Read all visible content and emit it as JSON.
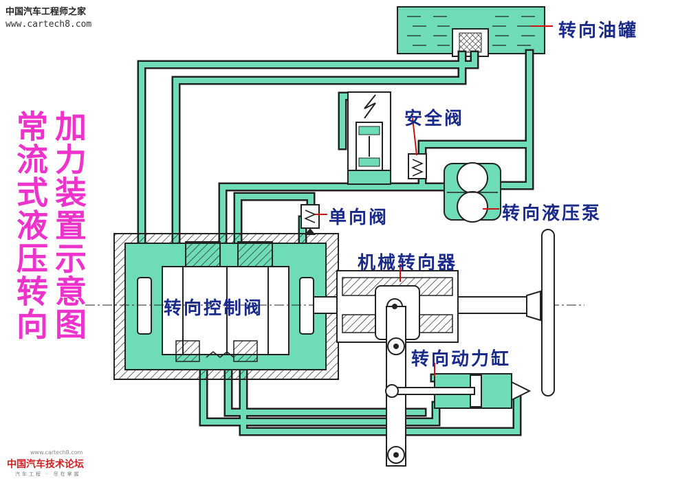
{
  "watermark": {
    "site_name": "中国汽车工程师之家",
    "url": "www.cartech8.com"
  },
  "title": {
    "col1": "常流式液压转向",
    "col2": "加力装置示意图"
  },
  "labels": {
    "tank": "转向油罐",
    "safety_valve": "安全阀",
    "check_valve": "单向阀",
    "pump": "转向液压泵",
    "gear": "机械转向器",
    "control_valve": "转向控制阀",
    "cylinder": "转向动力缸"
  },
  "footer": {
    "forum_name": "中国汽车技术论坛",
    "forum_sub": "汽车工程 · 尽在掌握",
    "forum_url": "www.cartech8.com"
  },
  "colors": {
    "fluid": "#6fdcb8",
    "outline": "#222222",
    "label_text": "#1a2a8a",
    "title_text": "#ee33cc",
    "leader": "#d01010"
  }
}
